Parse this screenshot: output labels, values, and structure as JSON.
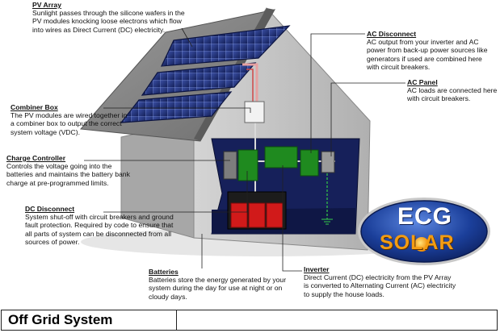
{
  "callouts": {
    "pv_array": {
      "title": "PV Array",
      "text": "Sunlight passes through the silicone wafers in the PV modules knocking loose electrons which flow into wires as Direct Current (DC) electricity."
    },
    "combiner_box": {
      "title": "Combiner Box",
      "text": "The PV modules are wired together in a combiner box to output the correct system voltage (VDC)."
    },
    "charge_controller": {
      "title": "Charge Controller",
      "text": "Controls the voltage going into the batteries and maintains the battery bank charge at pre-programmed limits."
    },
    "dc_disconnect": {
      "title": "DC Disconnect",
      "text": "System shut-off with circuit breakers and ground fault protection.  Required by code to ensure that all parts of system can be disconnected from all sources of power."
    },
    "batteries": {
      "title": "Batteries",
      "text": "Batteries store the energy generated by your system during the day for use at night or on cloudy days."
    },
    "ac_disconnect": {
      "title": "AC Disconnect",
      "text": "AC output from your inverter and AC power from back-up power sources like generators if used are combined here with circuit breakers."
    },
    "ac_panel": {
      "title": "AC Panel",
      "text": "AC loads are connected here with circuit breakers."
    },
    "inverter": {
      "title": "Inverter",
      "text": "Direct Current (DC) electricity from the PV Array is converted to Alternating Current (AC) electricity to supply the house loads."
    }
  },
  "logo": {
    "line1": "ECG",
    "line2": "SOLAR"
  },
  "footer": {
    "title": "Off Grid System"
  },
  "colors": {
    "panel": "#1e2d6e",
    "roof": "#8a8a8a",
    "wall": "#bdbdbd",
    "interior": "#16205a",
    "equipment": "#1f8a1f",
    "battery": "#d11a1a",
    "logo_blue": "#1b3f9a",
    "logo_orange": "#f39c12"
  }
}
